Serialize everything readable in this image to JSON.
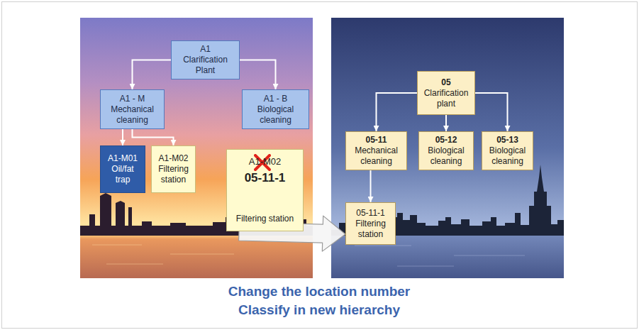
{
  "diagram": {
    "caption": "Change the location number Classify in new hierarchy",
    "nodes": [
      {
        "text": [
          "A1",
          "Clarification Plant"
        ]
      },
      {
        "text": [
          "A1 - M",
          "Mechanical cleaning"
        ]
      },
      {
        "text": [
          "A1 - B",
          "Biological cleaning"
        ]
      },
      {
        "text": [
          "A1-M01",
          "Oil/fat trap"
        ]
      },
      {
        "text": [
          "A1-M02",
          "Filtering station"
        ]
      },
      {
        "text": [
          "A1-M02",
          "05-11-1",
          "Filtering station"
        ]
      },
      {
        "text": [
          "05",
          "Clarification plant"
        ]
      },
      {
        "text": [
          "05-11",
          "Mechanical cleaning"
        ]
      },
      {
        "text": [
          "05-12",
          "Biological cleaning"
        ]
      },
      {
        "text": [
          "05-13",
          "Biological cleaning"
        ]
      },
      {
        "text": [
          "05-11-1",
          "Filtering station"
        ]
      }
    ],
    "edges": [
      {
        "from": 0,
        "to": 1,
        "arrow": "to"
      },
      {
        "from": 0,
        "to": 2,
        "arrow": "to"
      },
      {
        "from": 1,
        "to": 3,
        "arrow": "to"
      },
      {
        "from": 1,
        "to": 4,
        "arrow": "to"
      },
      {
        "from": 5,
        "to": 10,
        "arrow": "to"
      },
      {
        "from": 6,
        "to": 7,
        "arrow": "to"
      },
      {
        "from": 6,
        "to": 8,
        "arrow": "to"
      },
      {
        "from": 6,
        "to": 9,
        "arrow": "to"
      },
      {
        "from": 7,
        "to": 10,
        "arrow": "to"
      }
    ]
  }
}
